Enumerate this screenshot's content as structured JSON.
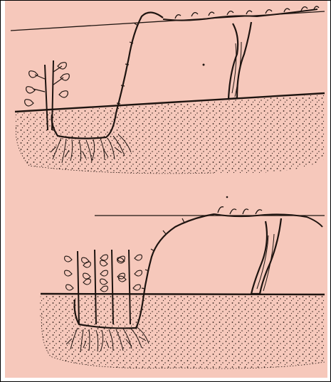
{
  "colors": {
    "background": "#f6c8bb",
    "ink": "#1e1410",
    "frame": "#000000",
    "outer": "#ffffff"
  },
  "diagrams": [
    {
      "id": "top",
      "description_hidden": "",
      "elements": [
        "trellis-wire",
        "mother-vine",
        "layered-cane",
        "new-shoot",
        "soil",
        "roots"
      ]
    },
    {
      "id": "bottom",
      "elements": [
        "trellis-wire",
        "mother-vine",
        "layered-cane",
        "new-shoots",
        "soil",
        "roots"
      ]
    }
  ]
}
